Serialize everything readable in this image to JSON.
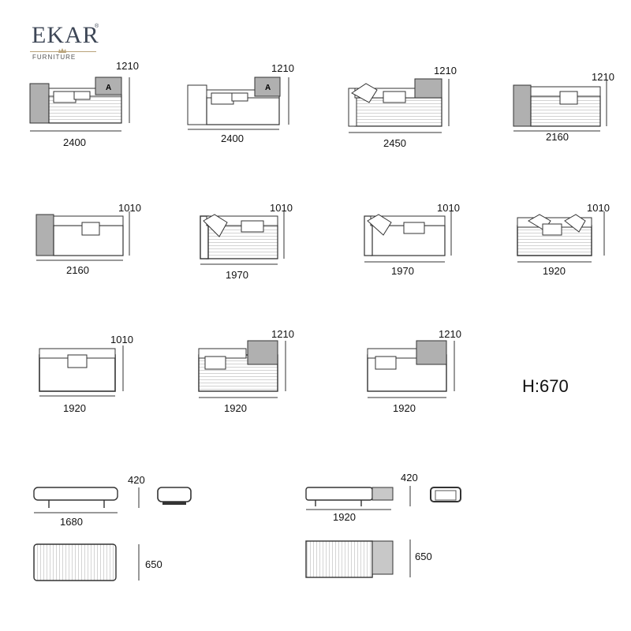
{
  "brand": {
    "name": "EKAR",
    "registered": "®",
    "tagline": "FURNITURE"
  },
  "height_note": "H:670",
  "sofas": [
    {
      "id": "s1",
      "width": "2400",
      "depth": "1210",
      "marker": "A"
    },
    {
      "id": "s2",
      "width": "2400",
      "depth": "1210",
      "marker": "A"
    },
    {
      "id": "s3",
      "width": "2450",
      "depth": "1210"
    },
    {
      "id": "s4",
      "width": "2160",
      "depth": "1210"
    },
    {
      "id": "s5",
      "width": "2160",
      "depth": "1010"
    },
    {
      "id": "s6",
      "width": "1970",
      "depth": "1010"
    },
    {
      "id": "s7",
      "width": "1970",
      "depth": "1010"
    },
    {
      "id": "s8",
      "width": "1920",
      "depth": "1010"
    },
    {
      "id": "s9",
      "width": "1920",
      "depth": "1010"
    },
    {
      "id": "s10",
      "width": "1920",
      "depth": "1210"
    },
    {
      "id": "s11",
      "width": "1920",
      "depth": "1210"
    }
  ],
  "benches": [
    {
      "id": "b1",
      "width": "1680",
      "height": "420",
      "depth": "650"
    },
    {
      "id": "b2",
      "width": "1920",
      "height": "420",
      "depth": "650"
    }
  ]
}
